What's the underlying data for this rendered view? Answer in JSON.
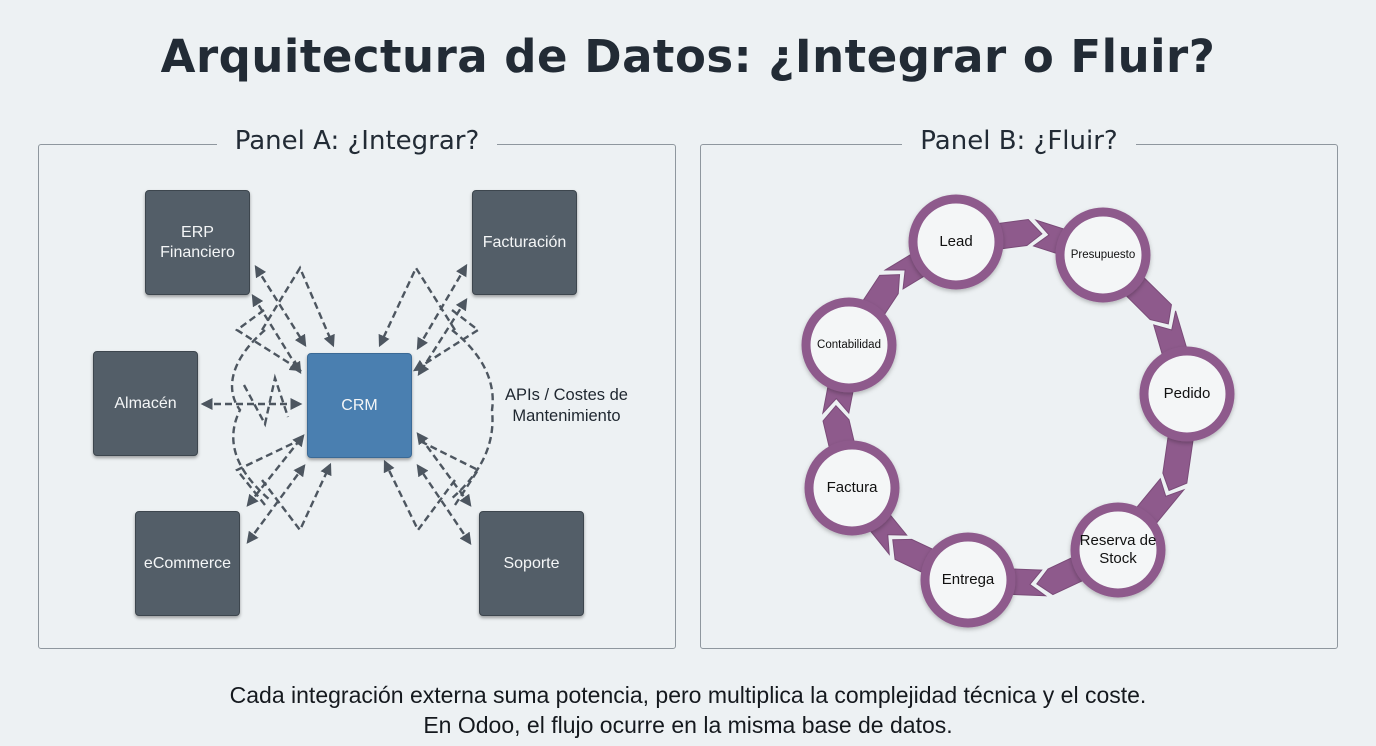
{
  "title": "Arquitectura de Datos: ¿Integrar o Fluir?",
  "panel_a": {
    "label": "Panel A: ¿Integrar?",
    "hub": "CRM",
    "nodes": [
      {
        "id": "erp",
        "label": "ERP Financiero"
      },
      {
        "id": "facturacion",
        "label": "Facturación"
      },
      {
        "id": "almacen",
        "label": "Almacén"
      },
      {
        "id": "ecommerce",
        "label": "eCommerce"
      },
      {
        "id": "soporte",
        "label": "Soporte"
      }
    ],
    "annotation": "APIs / Costes de Mantenimiento"
  },
  "panel_b": {
    "label": "Panel B: ¿Fluir?",
    "cycle": [
      {
        "id": "lead",
        "label": "Lead"
      },
      {
        "id": "presupuesto",
        "label": "Presupuesto"
      },
      {
        "id": "pedido",
        "label": "Pedido"
      },
      {
        "id": "reserva",
        "label": "Reserva de Stock"
      },
      {
        "id": "entrega",
        "label": "Entrega"
      },
      {
        "id": "factura",
        "label": "Factura"
      },
      {
        "id": "contabilidad",
        "label": "Contabilidad"
      }
    ]
  },
  "footer": {
    "line1": "Cada integración externa suma potencia, pero multiplica la complejidad técnica y el coste.",
    "line2": "En Odoo, el flujo ocurre en la misma base de datos."
  },
  "colors": {
    "background": "#edf1f3",
    "node_dark": "#535e68",
    "hub_blue": "#4a7fb0",
    "connector": "#4d5660",
    "flow_purple": "#8e5a8c"
  }
}
